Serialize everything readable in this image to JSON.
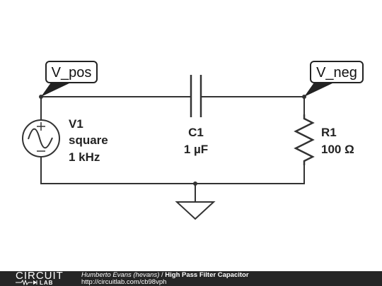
{
  "labels": {
    "v1_name": "V1",
    "v1_type": "square",
    "v1_freq": "1 kHz",
    "c1_name": "C1",
    "c1_value": "1 µF",
    "r1_name": "R1",
    "r1_value": "100 Ω",
    "vpos": "V_pos",
    "vneg": "V_neg"
  },
  "footer": {
    "logo_top": "CIRCUIT",
    "logo_bottom": "LAB",
    "author": "Humberto Evans (hevans)",
    "separator": " / ",
    "title": "High Pass Filter Capacitor",
    "url": "http://circuitlab.com/cb98vph"
  },
  "colors": {
    "wire": "#333333",
    "footer_bg": "#262626",
    "text": "#222222"
  }
}
